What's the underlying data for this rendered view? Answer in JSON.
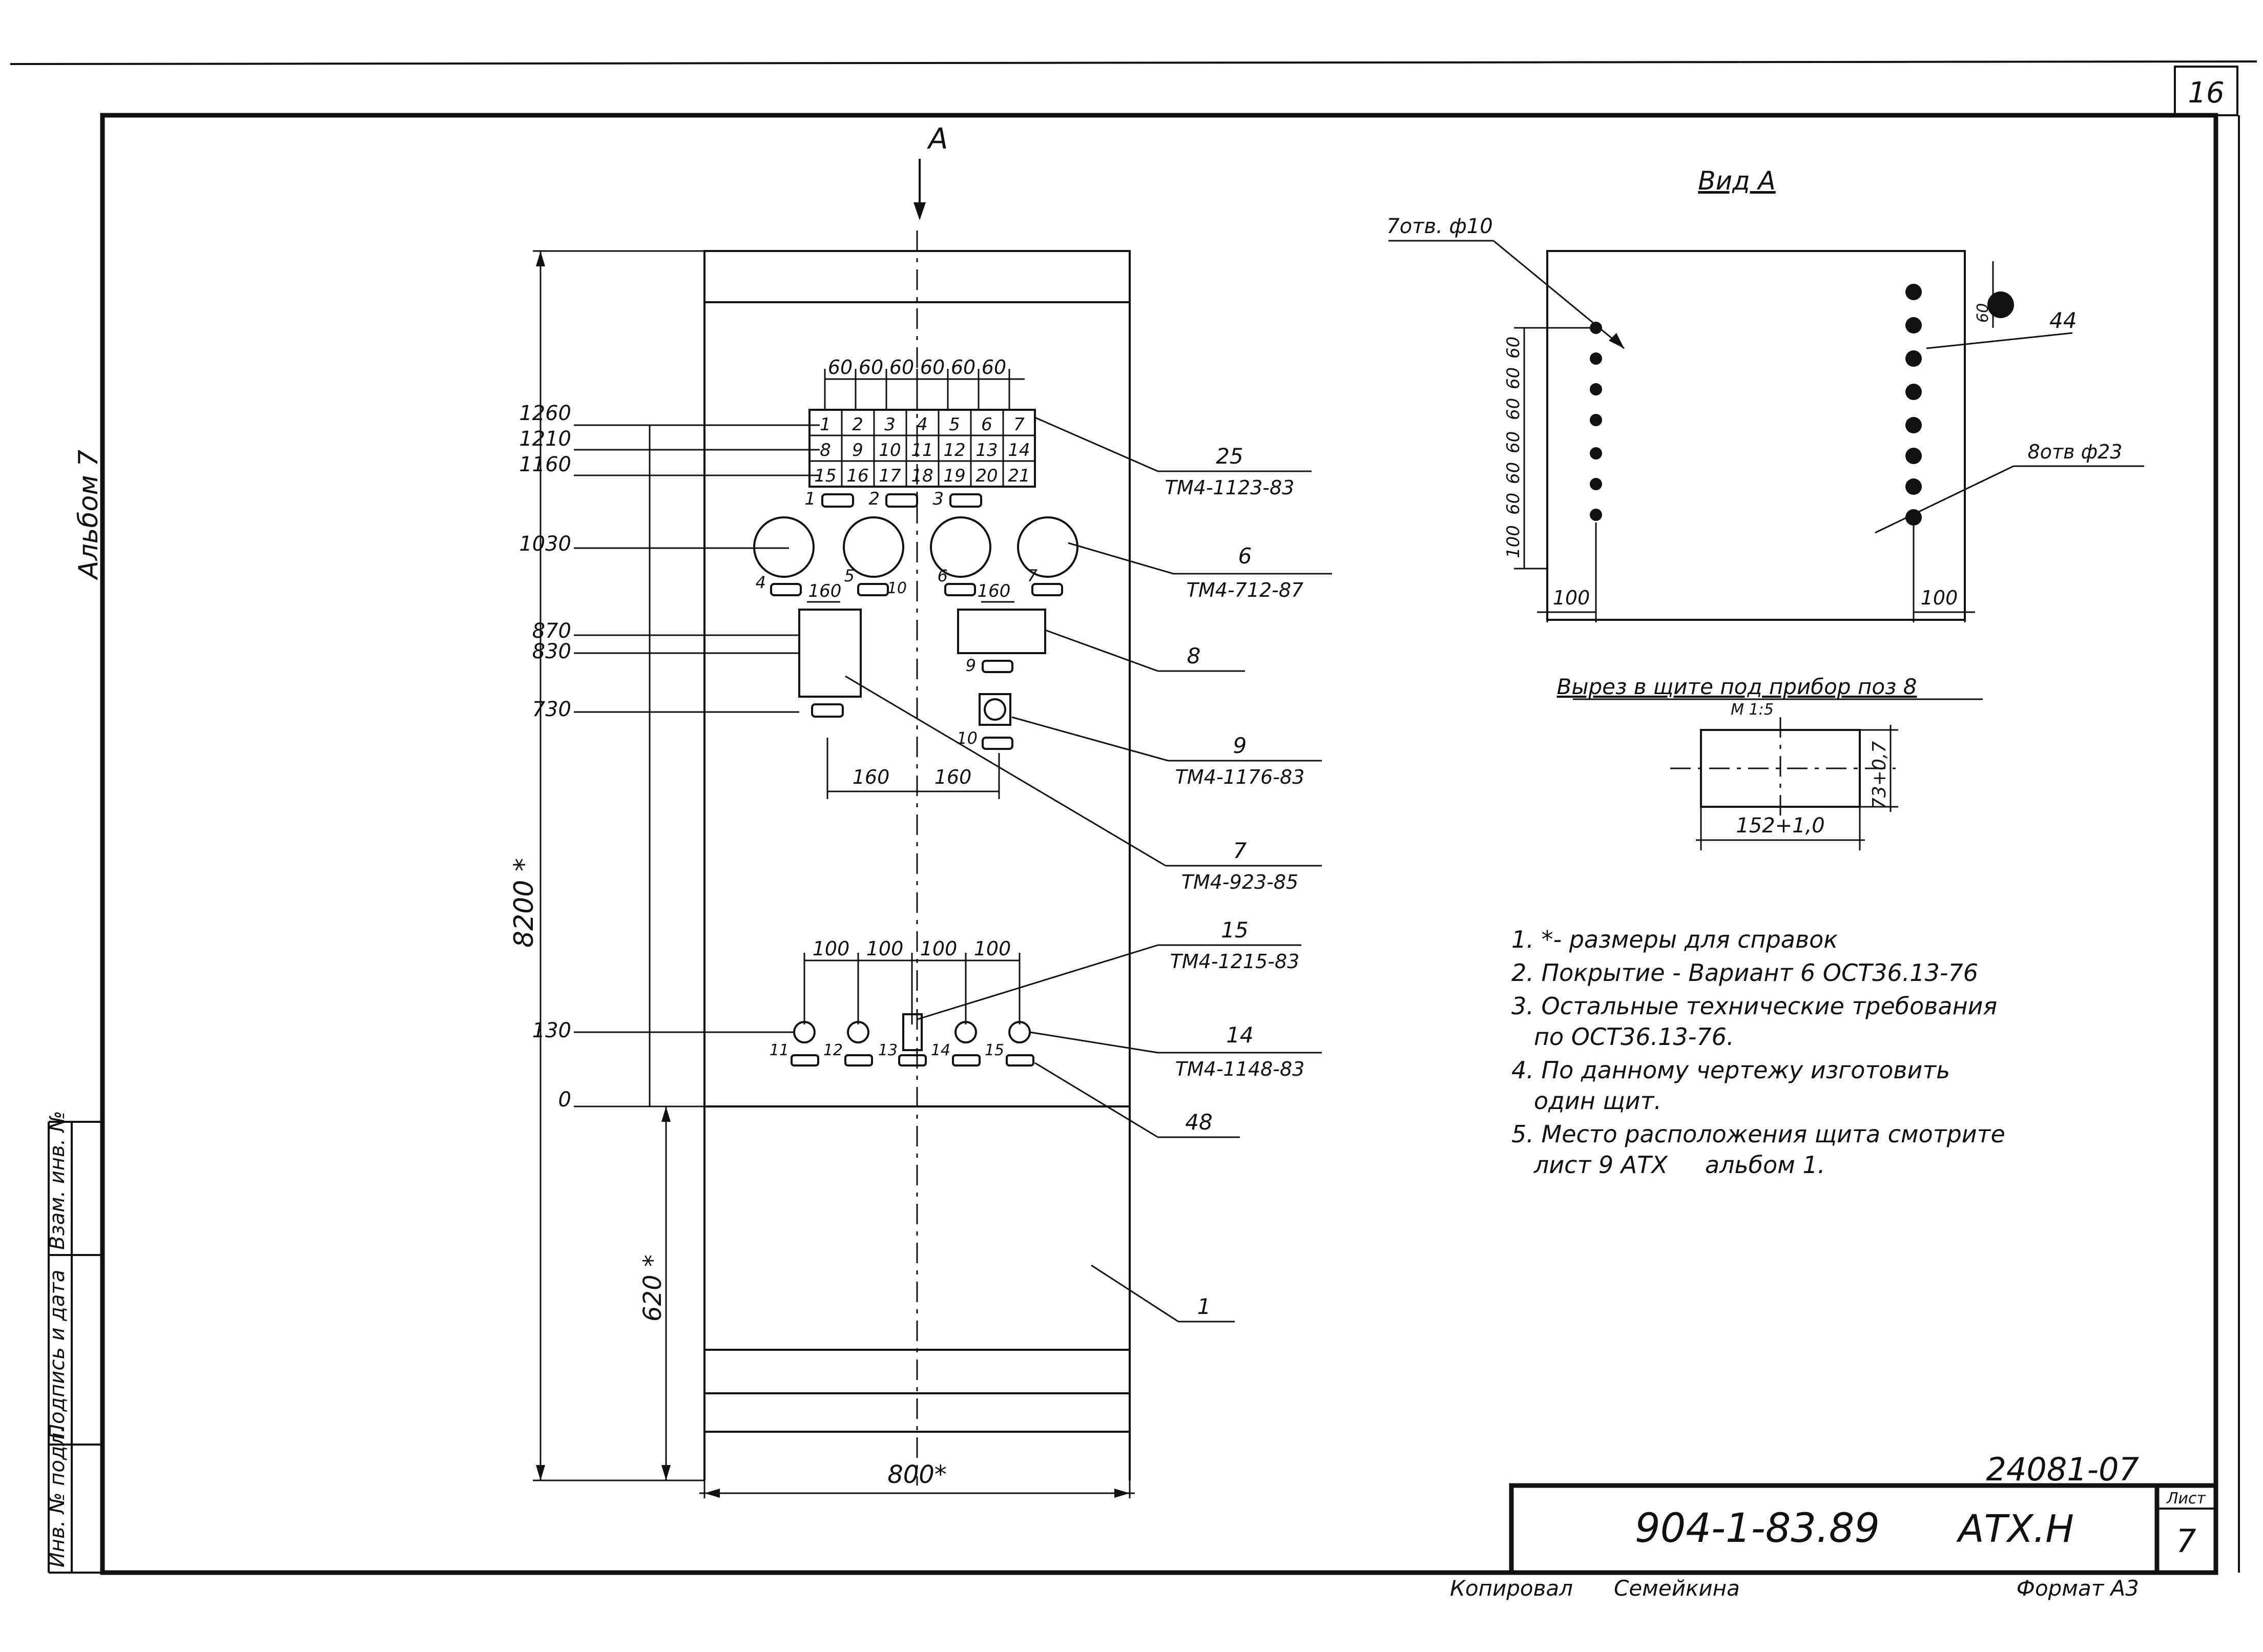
{
  "sheet": {
    "number": "16",
    "album_side": "Альбом 7"
  },
  "view_arrow": "А",
  "dimensions": {
    "overall_height": "8200 *",
    "base_height": "620 *",
    "width": "800*",
    "pitch_top": [
      "60",
      "60",
      "60",
      "60",
      "60",
      "60"
    ],
    "pitch_bottom": [
      "100",
      "100",
      "100",
      "100"
    ],
    "offsets_mid": [
      "160",
      "160"
    ],
    "offsets_gauges": [
      "160",
      "160"
    ]
  },
  "levels": [
    "1260",
    "1210",
    "1160",
    "1030",
    "870",
    "830",
    "730",
    "130",
    "0"
  ],
  "grid_cells": [
    "1",
    "2",
    "3",
    "4",
    "5",
    "6",
    "7",
    "8",
    "9",
    "10",
    "11",
    "12",
    "13",
    "14",
    "15",
    "16",
    "17",
    "18",
    "19",
    "20",
    "21"
  ],
  "plate_numbers": {
    "row_top": [
      "1",
      "2",
      "3"
    ],
    "gauges": [
      "4",
      "5",
      "10",
      "6",
      "7"
    ],
    "mid": [
      "9",
      "10"
    ],
    "bottom": [
      "11",
      "12",
      "13",
      "14",
      "15"
    ]
  },
  "callouts": [
    {
      "pos": "25",
      "doc": "ТМ4-1123-83"
    },
    {
      "pos": "6",
      "doc": "ТМ4-712-87"
    },
    {
      "pos": "8",
      "doc": ""
    },
    {
      "pos": "9",
      "doc": "ТМ4-1176-83"
    },
    {
      "pos": "7",
      "doc": "ТМ4-923-85"
    },
    {
      "pos": "15",
      "doc": "ТМ4-1215-83"
    },
    {
      "pos": "14",
      "doc": "ТМ4-1148-83"
    },
    {
      "pos": "48",
      "doc": ""
    },
    {
      "pos": "1",
      "doc": ""
    }
  ],
  "view_a": {
    "title": "Вид А",
    "holes_label": "7отв. ф10",
    "holes_label2": "8отв ф23",
    "pos": "44",
    "dim_spacings": [
      "60",
      "60",
      "60",
      "60",
      "60",
      "60",
      "100"
    ],
    "dim_side": "60",
    "dim_left": "100",
    "dim_right": "100"
  },
  "cutout": {
    "title": "Вырез в щите под прибор поз 8",
    "scale": "М 1:5",
    "width": "152+1,0",
    "height": "73+0,7"
  },
  "notes": [
    "1. *- размеры для справок",
    "2. Покрытие - Вариант 6 ОСТ36.13-76",
    "3. Остальные технические требования",
    "   по ОСТ36.13-76.",
    "4. По данному чертежу изготовить",
    "   один щит.",
    "5. Место расположения щита смотрите",
    "   лист 9 АТХ     альбом 1."
  ],
  "title_block": {
    "code": "24081-07",
    "doc_number": "904-1-83.89",
    "mark": "АТХ.Н",
    "sheet_label": "Лист",
    "sheet_value": "7",
    "copied": "Копировал",
    "copier": "Семейкина",
    "format": "Формат А3"
  },
  "side_stamp": [
    "Взам. инв. №",
    "Подпись и дата",
    "Инв. № подл."
  ]
}
